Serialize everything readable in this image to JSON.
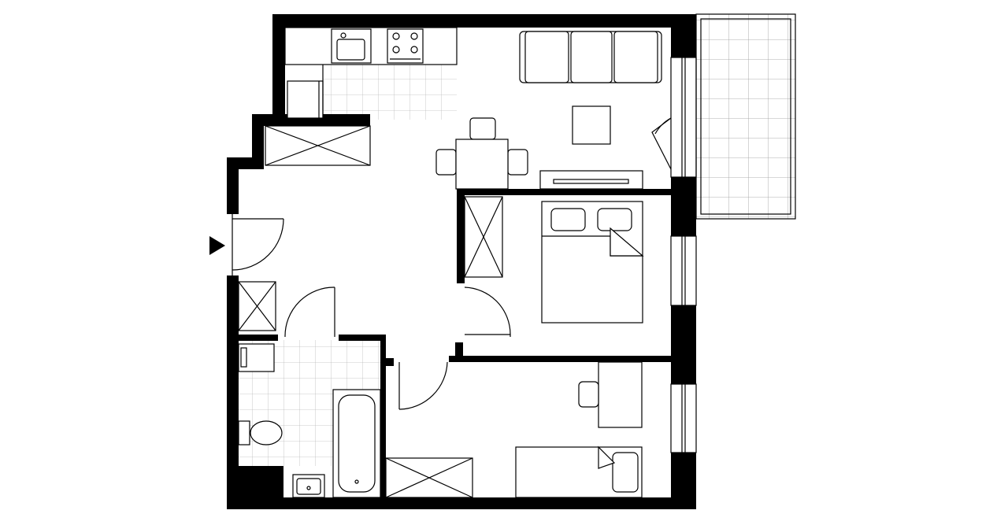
{
  "colors": {
    "wall": "#000000",
    "background": "#ffffff",
    "tile_grid": "#bbbbbb"
  },
  "icons": {
    "entrance": "triangle-right-icon"
  },
  "rooms": [
    "kitchen-living",
    "bedroom-1",
    "bedroom-2",
    "bathroom",
    "hall",
    "balcony"
  ]
}
